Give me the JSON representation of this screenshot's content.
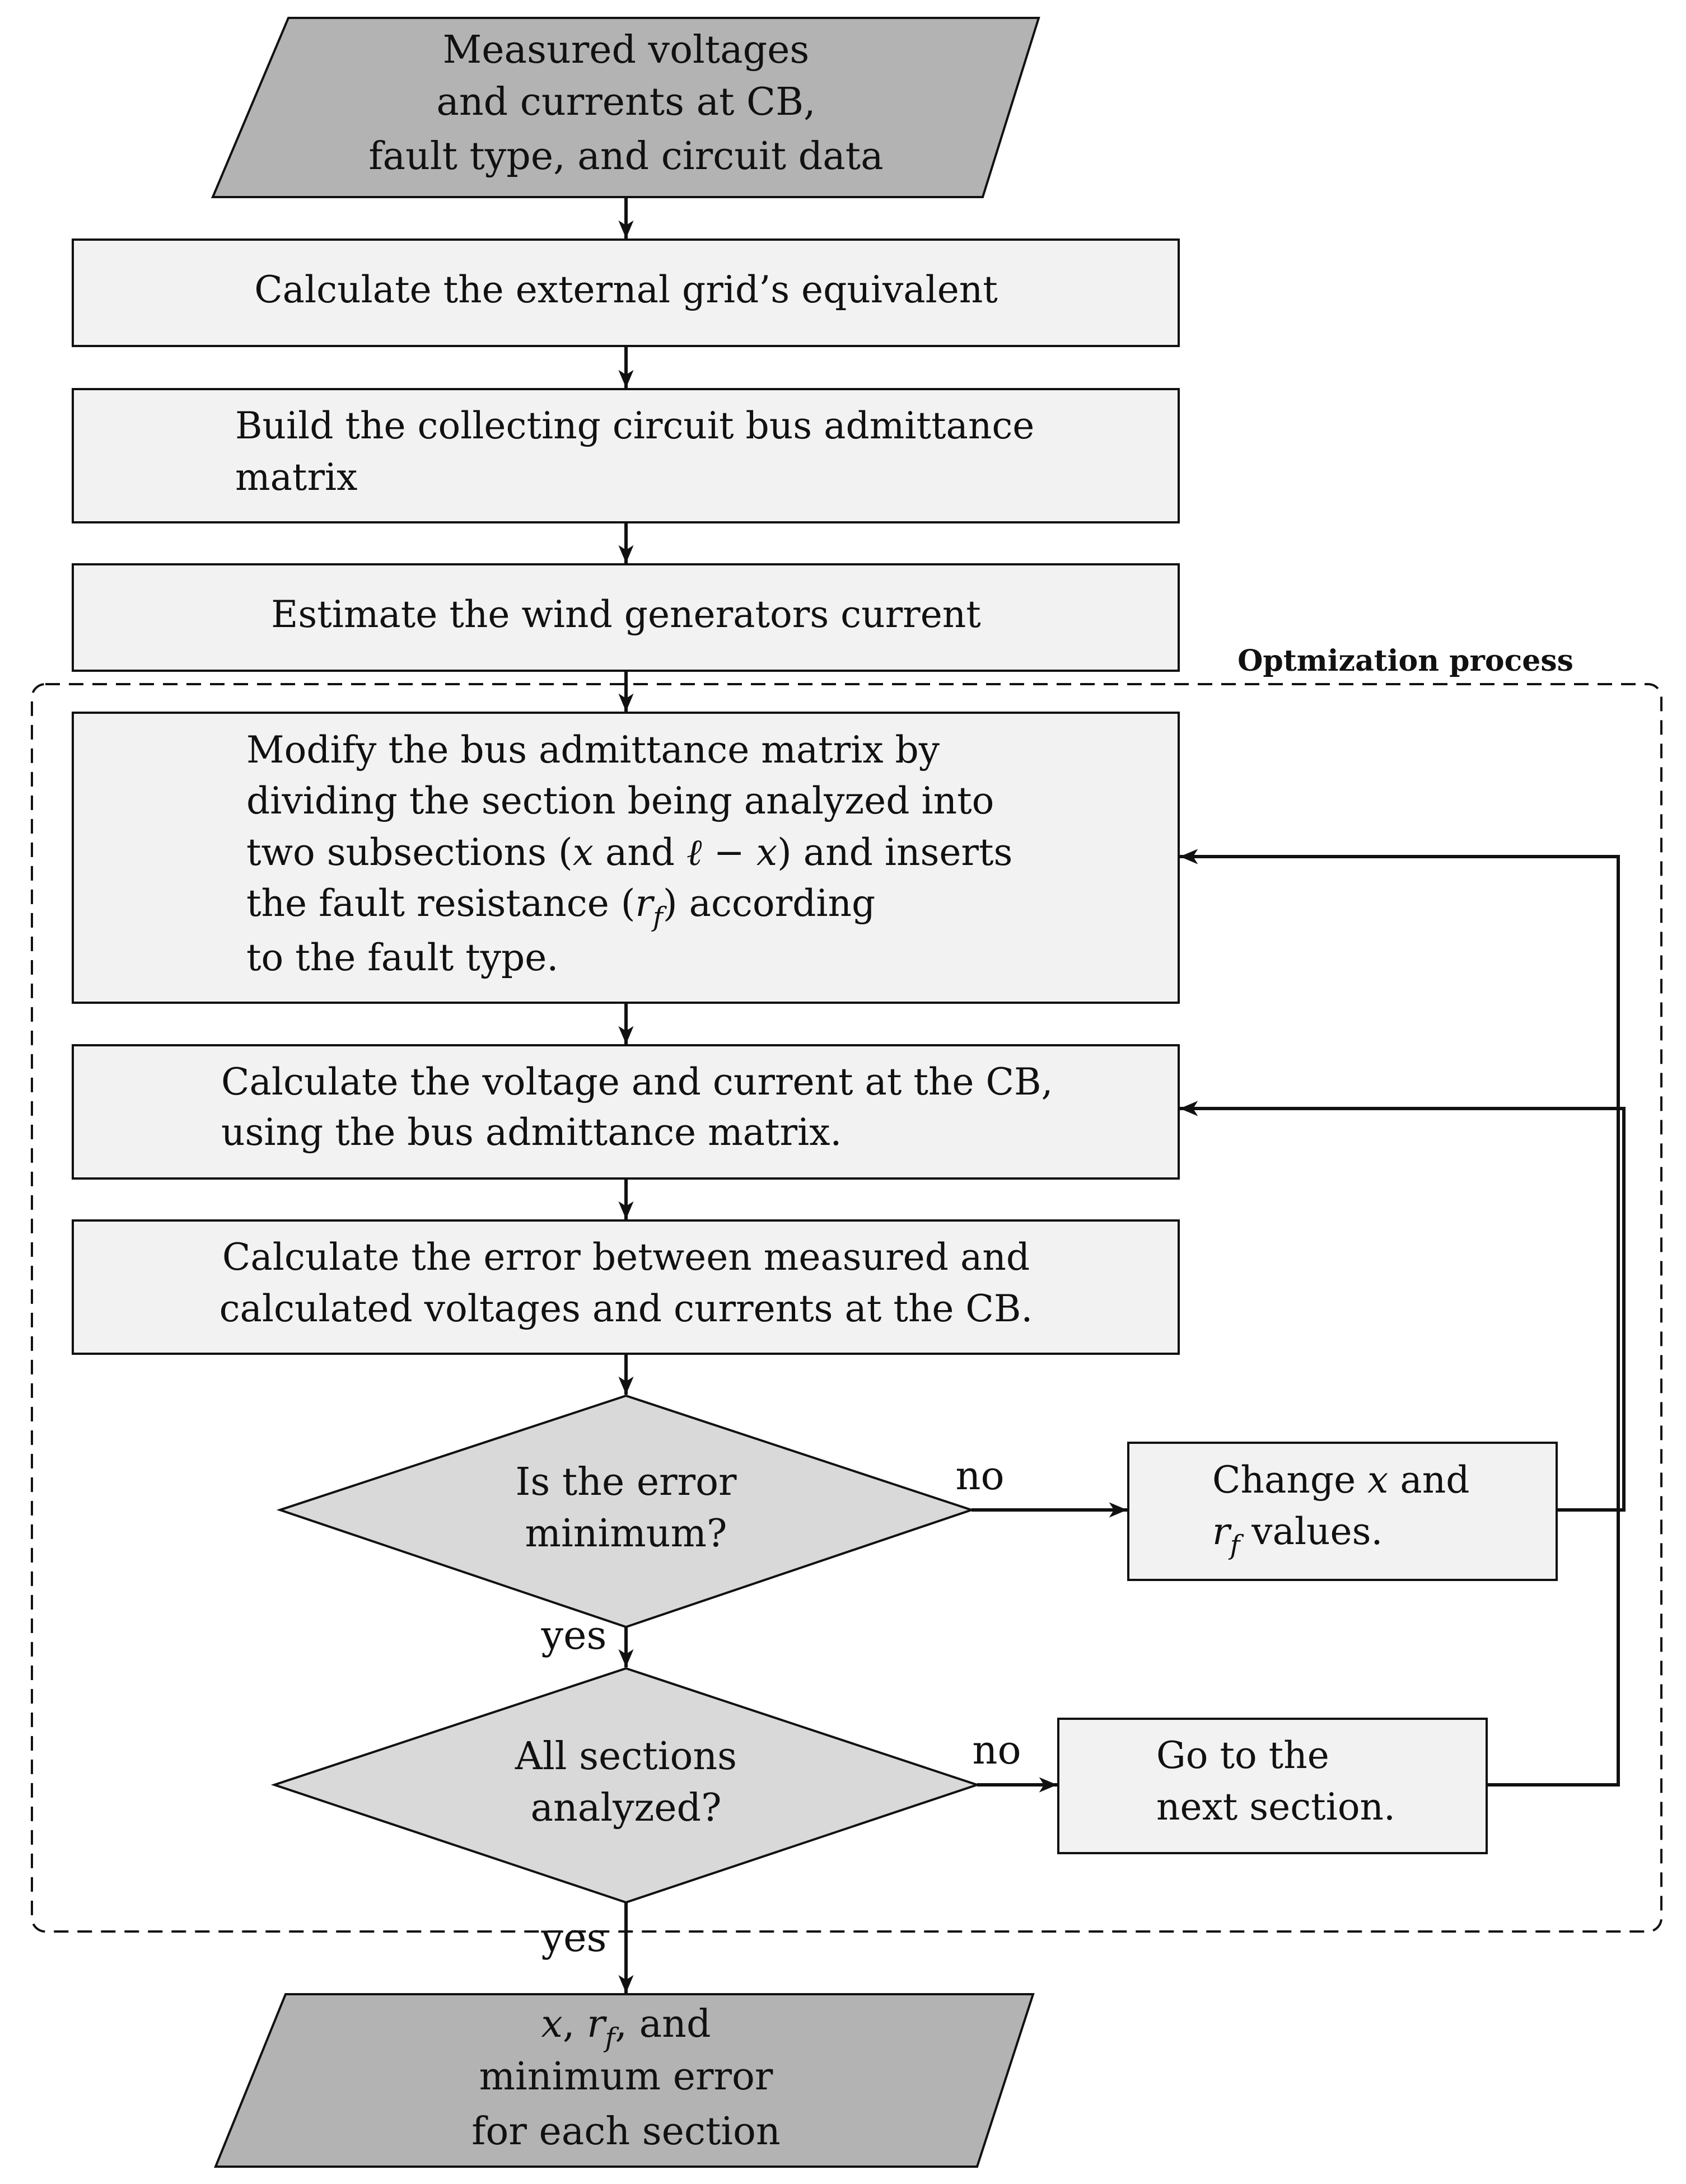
{
  "region": {
    "label": "Optmization process"
  },
  "input": {
    "line1": "Measured voltages",
    "line2": "and currents at CB,",
    "line3": "fault type, and circuit data"
  },
  "step1": {
    "line1": "Calculate the external grid’s equivalent"
  },
  "step2": {
    "line1": "Build the collecting circuit bus admittance",
    "line2": "matrix"
  },
  "step3": {
    "line1": "Estimate the wind generators current"
  },
  "step4": {
    "line1": "Modify the bus admittance matrix by",
    "line2": "dividing the section being analyzed into",
    "line3_a": "two subsections (",
    "line3_x": "x",
    "line3_b": " and ",
    "line3_l": "ℓ",
    "line3_c": " − ",
    "line3_x2": "x",
    "line3_d": ") and inserts",
    "line4_a": "the fault resistance (",
    "line4_r": "r",
    "line4_sub": "f",
    "line4_b": ") according",
    "line5": "to the fault type."
  },
  "step5": {
    "line1": "Calculate the voltage and current at the CB,",
    "line2": "using the bus admittance matrix."
  },
  "step6": {
    "line1": "Calculate the error between measured and",
    "line2": "calculated voltages and currents at the CB."
  },
  "decision1": {
    "line1": "Is the error",
    "line2": "minimum?",
    "no_label": "no",
    "yes_label": "yes"
  },
  "change": {
    "line1_a": "Change ",
    "line1_x": "x",
    "line1_b": " and",
    "line2_r": "r",
    "line2_sub": "f",
    "line2_b": " values."
  },
  "decision2": {
    "line1": "All sections",
    "line2": "analyzed?",
    "no_label": "no",
    "yes_label": "yes"
  },
  "next": {
    "line1": "Go to the",
    "line2": "next section."
  },
  "output": {
    "line1_x": "x",
    "line1_comma1": ",  ",
    "line1_r": "r",
    "line1_sub": "f",
    "line1_rest": ",  and",
    "line2": "minimum error",
    "line3": "for each section"
  },
  "colors": {
    "io_fill": "#b3b3b3",
    "process_fill": "#f2f2f2",
    "decision_fill": "#d9d9d9",
    "stroke": "#111111"
  }
}
